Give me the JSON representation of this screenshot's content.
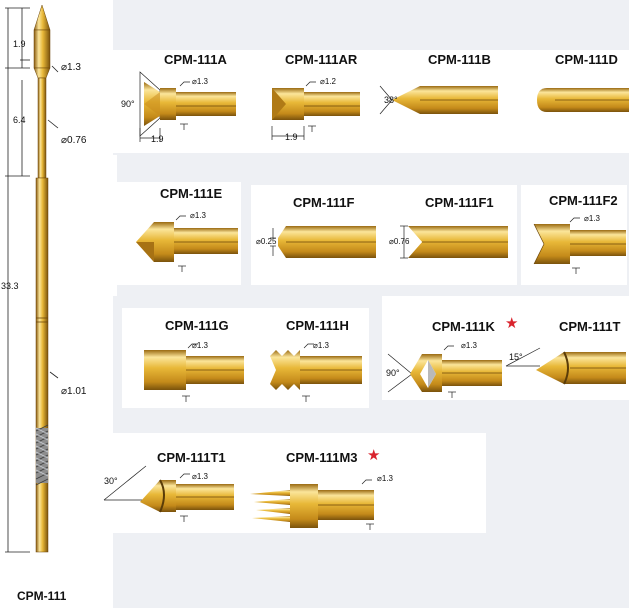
{
  "main_probe": {
    "label": "CPM-111",
    "dims": {
      "tip": "1.9",
      "upper": "6.4",
      "total": "33.3",
      "d_tip": "1.3",
      "d_neck": "0.76",
      "d_barrel": "1.01"
    }
  },
  "variants": [
    {
      "id": "a",
      "label": "CPM-111A",
      "dia": "1.3",
      "angle": "90°",
      "length": "1.9"
    },
    {
      "id": "ar",
      "label": "CPM-111AR",
      "dia": "1.2",
      "length": "1.9"
    },
    {
      "id": "b",
      "label": "CPM-111B",
      "angle": "38°"
    },
    {
      "id": "d",
      "label": "CPM-111D"
    },
    {
      "id": "e",
      "label": "CPM-111E",
      "dia": "1.3"
    },
    {
      "id": "f",
      "label": "CPM-111F",
      "dia": "0.25"
    },
    {
      "id": "f1",
      "label": "CPM-111F1",
      "dia": "0.76"
    },
    {
      "id": "f2",
      "label": "CPM-111F2",
      "dia": "1.3"
    },
    {
      "id": "g",
      "label": "CPM-111G",
      "dia": "1.3"
    },
    {
      "id": "h",
      "label": "CPM-111H",
      "dia": "1.3"
    },
    {
      "id": "k",
      "label": "CPM-111K",
      "dia": "1.3",
      "angle": "90°",
      "starred": true
    },
    {
      "id": "t",
      "label": "CPM-111T",
      "angle": "15°"
    },
    {
      "id": "t1",
      "label": "CPM-111T1",
      "dia": "1.3",
      "angle": "30°"
    },
    {
      "id": "m3",
      "label": "CPM-111M3",
      "dia": "1.3",
      "starred": true
    }
  ],
  "symbols": {
    "diameter": "⌀",
    "star": "★"
  },
  "colors": {
    "gold_light": "#fbe59a",
    "gold_mid": "#e8b838",
    "gold_dark": "#9a6a12",
    "panel": "#eef0f4",
    "star": "#d9232d"
  }
}
